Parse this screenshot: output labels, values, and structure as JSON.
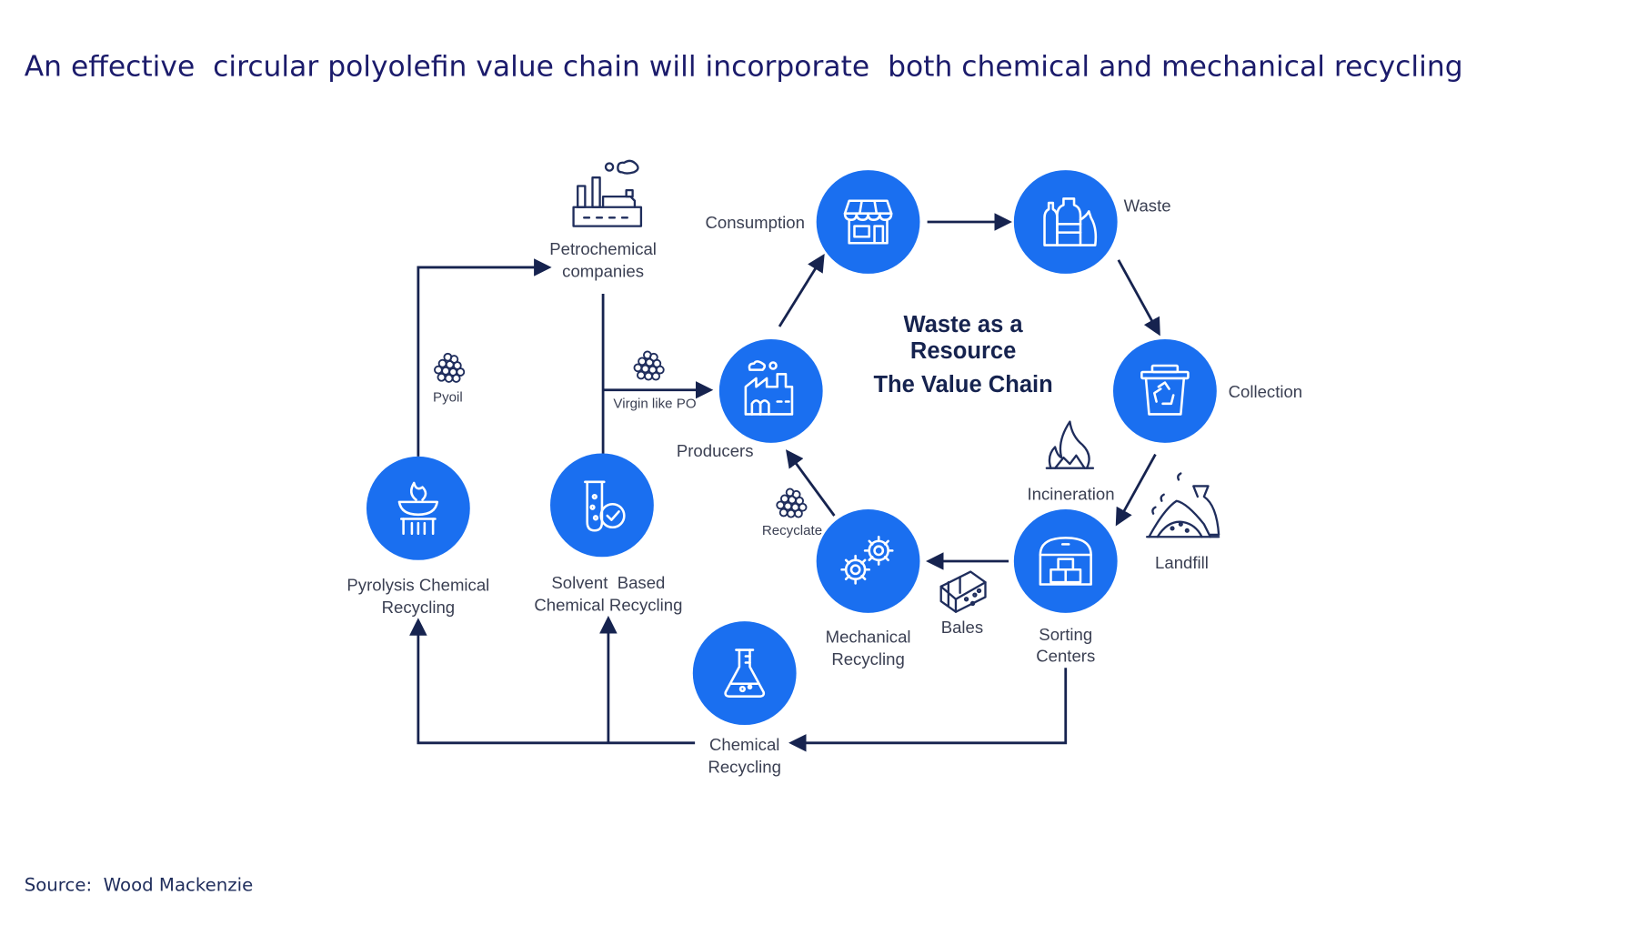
{
  "title": "An effective  circular polyolefin value chain will incorporate  both chemical and mechanical recycling",
  "source": "Source:  Wood Mackenzie",
  "colors": {
    "node_fill": "#1a6ff0",
    "arrow": "#16234f",
    "title_text": "#1b1b6b",
    "label_text": "#3a3f52"
  },
  "center": {
    "line1": "Waste as a",
    "line2": "Resource",
    "line3": "The Value Chain"
  },
  "nodes": [
    {
      "id": "consumption",
      "label": [
        "Consumption"
      ],
      "icon": "storefront-icon"
    },
    {
      "id": "waste",
      "label": [
        "Waste"
      ],
      "icon": "bottles-bag-icon"
    },
    {
      "id": "collection",
      "label": [
        "Collection"
      ],
      "icon": "recycle-bin-icon"
    },
    {
      "id": "sorting",
      "label": [
        "Sorting",
        "Centers"
      ],
      "icon": "warehouse-icon"
    },
    {
      "id": "mechanical",
      "label": [
        "Mechanical",
        "Recycling"
      ],
      "icon": "gears-icon"
    },
    {
      "id": "producers",
      "label": [
        "Producers"
      ],
      "icon": "factory-icon"
    },
    {
      "id": "chemical",
      "label": [
        "Chemical",
        "Recycling"
      ],
      "icon": "flask-icon"
    },
    {
      "id": "pyrolysis",
      "label": [
        "Pyrolysis Chemical",
        "Recycling"
      ],
      "icon": "grill-flame-icon"
    },
    {
      "id": "solvent",
      "label": [
        "Solvent  Based",
        "Chemical Recycling"
      ],
      "icon": "test-tube-check-icon"
    }
  ],
  "side_items": [
    {
      "id": "petrochemical",
      "label": [
        "Petrochemical",
        "companies"
      ],
      "icon": "petrochemical-plant-icon"
    },
    {
      "id": "incineration",
      "label": [
        "Incineration"
      ],
      "icon": "fire-icon"
    },
    {
      "id": "landfill",
      "label": [
        "Landfill"
      ],
      "icon": "landfill-icon"
    },
    {
      "id": "bales",
      "label": [
        "Bales"
      ],
      "icon": "bales-icon"
    }
  ],
  "flow_labels": {
    "pyoil": "Pyoil",
    "virgin_like_po": "Virgin like PO",
    "recyclate": "Recyclate"
  },
  "flows": [
    {
      "from": "producers",
      "to": "consumption"
    },
    {
      "from": "consumption",
      "to": "waste"
    },
    {
      "from": "waste",
      "to": "collection"
    },
    {
      "from": "collection",
      "to": "sorting"
    },
    {
      "from": "sorting",
      "to": "mechanical",
      "via": "Bales"
    },
    {
      "from": "mechanical",
      "to": "producers",
      "via": "Recyclate"
    },
    {
      "from": "sorting",
      "to": "chemical"
    },
    {
      "from": "chemical",
      "to": "pyrolysis"
    },
    {
      "from": "chemical",
      "to": "solvent"
    },
    {
      "from": "pyrolysis",
      "to": "petrochemical",
      "via": "Pyoil"
    },
    {
      "from": "solvent",
      "to": "producers",
      "via": "Virgin like PO"
    },
    {
      "from": "petrochemical",
      "to": "producers"
    }
  ]
}
